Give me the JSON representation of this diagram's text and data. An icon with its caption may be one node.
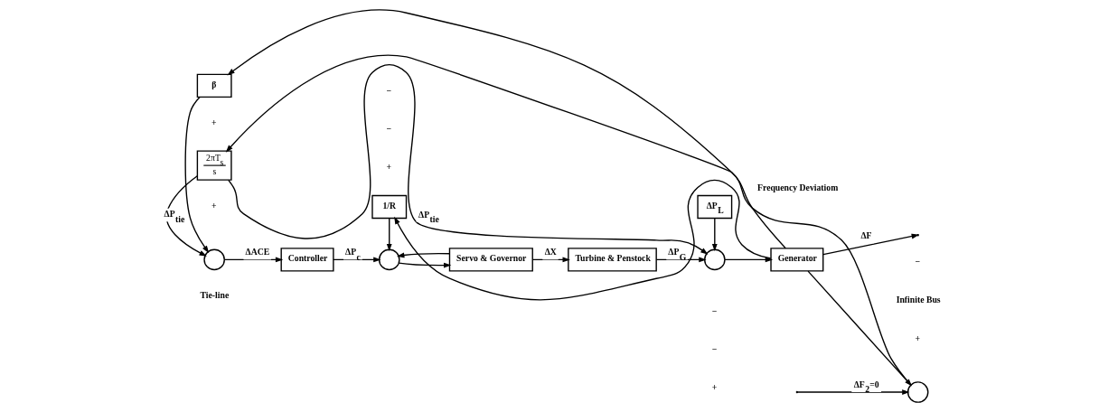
{
  "diagram": {
    "nodes": [
      {
        "text": [
          "β"
        ]
      },
      {
        "text": [],
        "shape": "circle"
      },
      {
        "text": [
          "Controller"
        ]
      },
      {
        "text": [
          "1/R"
        ]
      },
      {
        "text": [],
        "shape": "circle"
      },
      {
        "text": [
          "Servo & Governor"
        ]
      },
      {
        "text": [
          "Turbine & Penstock"
        ]
      },
      {
        "text": [
          "ΔP$_{L}$"
        ]
      },
      {
        "text": [],
        "shape": "circle"
      },
      {
        "text": [
          "Generator"
        ]
      },
      {
        "text": [],
        "shape": "circle"
      },
      {
        "text": [
          "2πT$_{s}$",
          "s"
        ]
      }
    ],
    "edges": [
      {
        "from": 0,
        "to": 1,
        "arrow": "to"
      },
      {
        "from": 1,
        "to": 2,
        "arrow": "to",
        "label": "ΔACE"
      },
      {
        "from": 2,
        "to": 4,
        "arrow": "to",
        "label": "ΔP$_{c}$"
      },
      {
        "from": 3,
        "to": 4,
        "arrow": "to"
      },
      {
        "from": 4,
        "to": 5,
        "arrow": "to"
      },
      {
        "from": 5,
        "to": 6,
        "arrow": "to",
        "label": "ΔX"
      },
      {
        "from": 5,
        "to": 4,
        "arrow": "to"
      },
      {
        "from": 6,
        "to": 8,
        "arrow": "to",
        "label": "ΔP$_{G}$"
      },
      {
        "from": 7,
        "to": 8,
        "arrow": "to"
      },
      {
        "from": 8,
        "to": 9,
        "arrow": "to"
      },
      {
        "from": 9,
        "to": null,
        "arrow": "to",
        "label": "ΔF"
      },
      {
        "from": 9,
        "to": 0,
        "arrow": "to"
      },
      {
        "from": 9,
        "to": 3,
        "arrow": "to"
      },
      {
        "from": 9,
        "to": 10,
        "arrow": "to"
      },
      {
        "from": 10,
        "to": 11,
        "arrow": "to"
      },
      {
        "from": 11,
        "to": 1,
        "arrow": "to",
        "label": "ΔP$_{tie}$"
      },
      {
        "from": 11,
        "to": 8,
        "arrow": "to",
        "label": "ΔP$_{tie}$"
      },
      {
        "from": null,
        "to": 10,
        "arrow": "to",
        "label": "ΔF$_{2}$=0"
      }
    ],
    "labels": [
      "+",
      "+",
      "+",
      "−",
      "−",
      "+",
      "−",
      "−",
      "Frequency Deviatiom",
      "+",
      "−",
      "Tie-line",
      "Infinite Bus"
    ]
  }
}
